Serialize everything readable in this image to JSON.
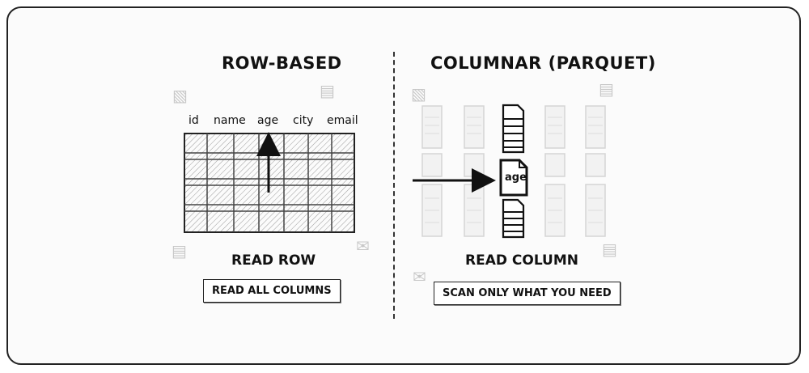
{
  "left_panel": {
    "title": "ROW-BASED",
    "columns": [
      "id",
      "name",
      "age",
      "city",
      "email"
    ],
    "action_label": "READ ROW",
    "box_label": "READ ALL COLUMNS"
  },
  "right_panel": {
    "title": "COLUMNAR (PARQUET)",
    "highlight_label": "age",
    "action_label": "READ COLUMN",
    "box_label": "SCAN ONLY WHAT YOU NEED"
  },
  "colors": {
    "ink": "#111111",
    "faded": "#cfcfcf",
    "background": "#fbfbfb"
  },
  "icons": [
    "phone-icon",
    "document-icon",
    "email-icon"
  ]
}
